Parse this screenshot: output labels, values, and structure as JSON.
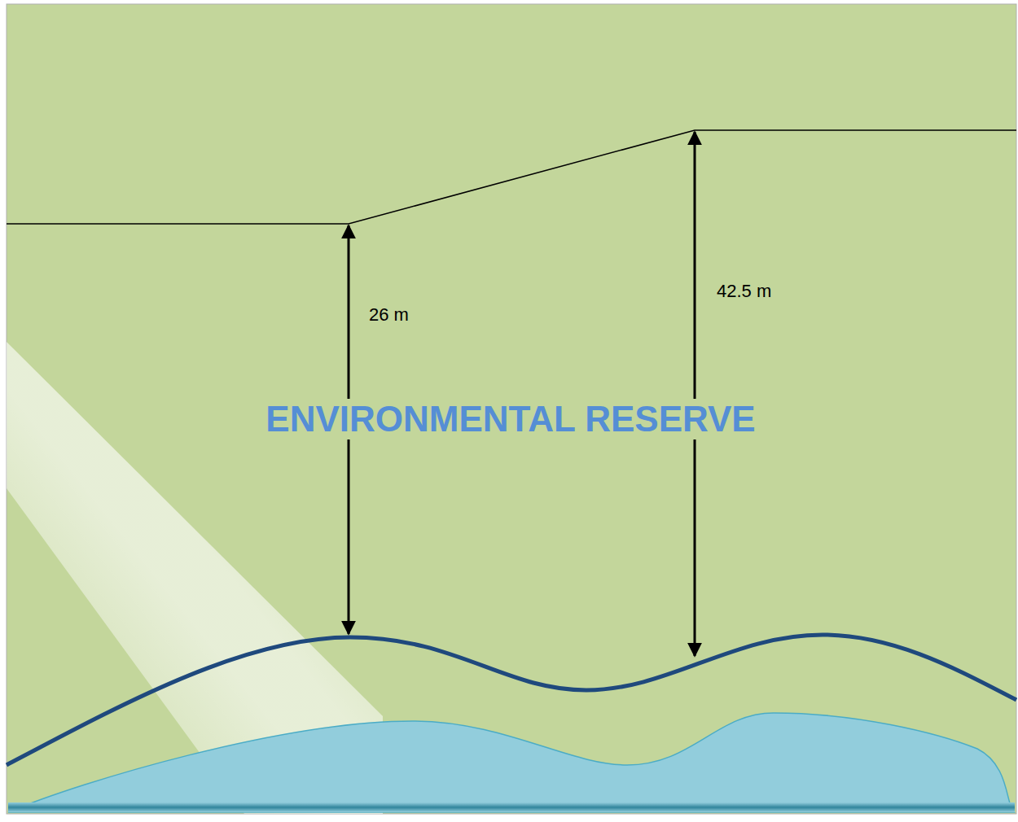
{
  "diagram": {
    "labels": [
      "26 m",
      "42.5 m",
      "ENVIRONMENTAL RESERVE"
    ]
  }
}
